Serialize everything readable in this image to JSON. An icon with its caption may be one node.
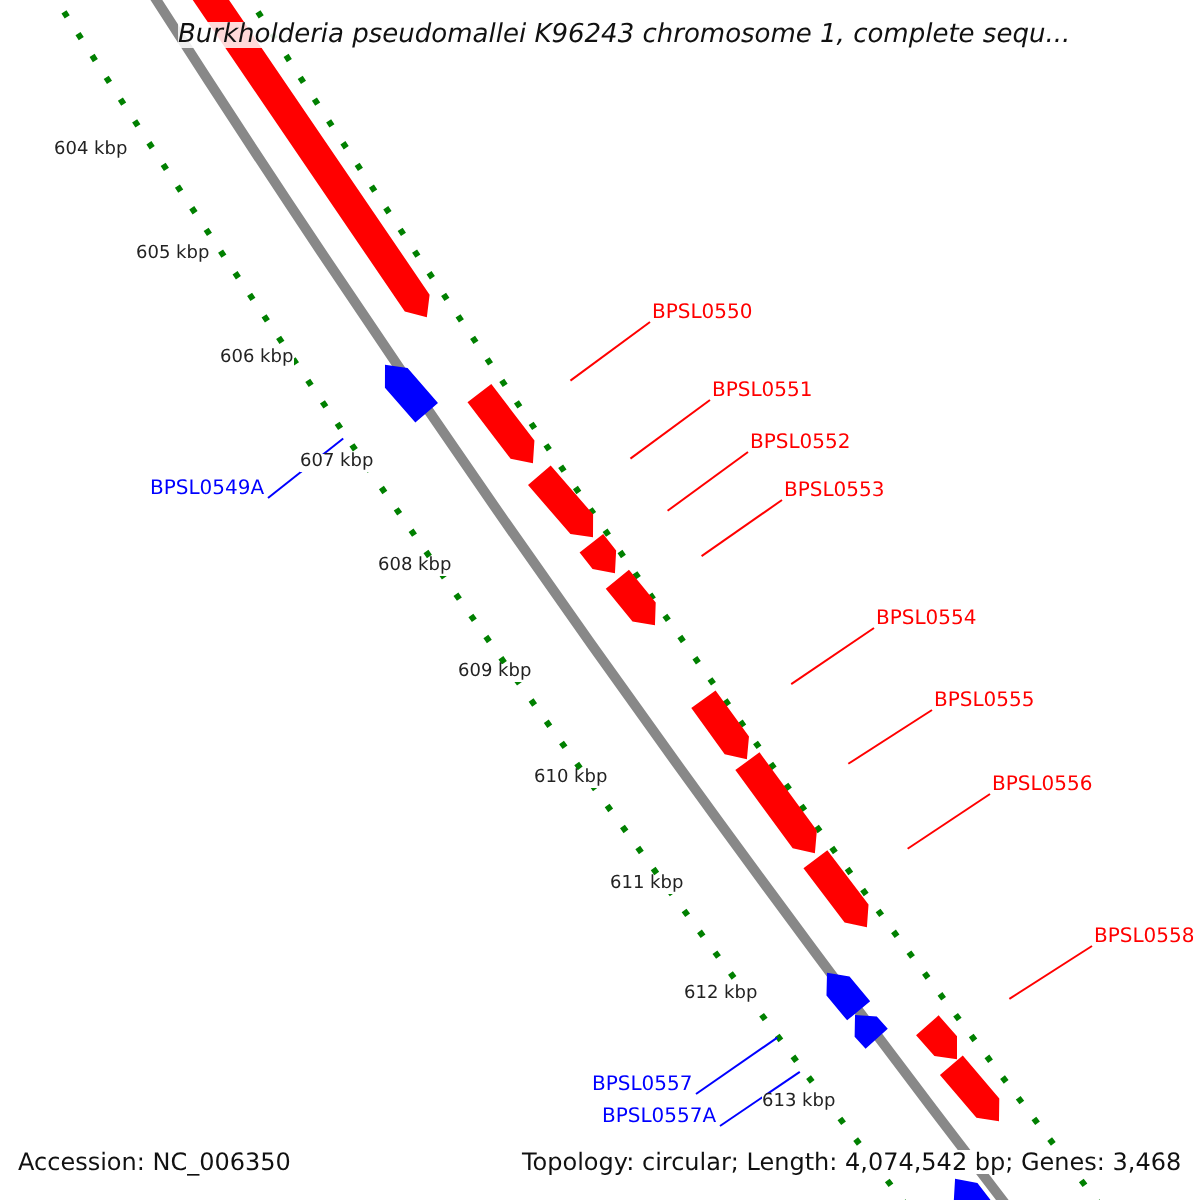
{
  "diagram": {
    "title": "Burkholderia pseudomallei K96243 chromosome 1, complete sequ...",
    "nodes": [
      {
        "text": [
          "BPSL0550"
        ]
      },
      {
        "text": [
          "BPSL0551"
        ]
      },
      {
        "text": [
          "BPSL0552"
        ]
      },
      {
        "text": [
          "BPSL0553"
        ]
      },
      {
        "text": [
          "BPSL0549A"
        ]
      },
      {
        "text": [
          "BPSL0554"
        ]
      },
      {
        "text": [
          "BPSL0555"
        ]
      },
      {
        "text": [
          "BPSL0556"
        ]
      },
      {
        "text": [
          "BPSL0558"
        ]
      },
      {
        "text": [
          "BPSL0557"
        ]
      },
      {
        "text": [
          "BPSL0557A"
        ]
      },
      {
        "text": [],
        "shape": "arrow"
      },
      {
        "text": [],
        "shape": "arrow"
      },
      {
        "text": [],
        "shape": "arrow"
      },
      {
        "text": [],
        "shape": "arrow"
      },
      {
        "text": [],
        "shape": "arrow"
      },
      {
        "text": [],
        "shape": "arrow"
      },
      {
        "text": [],
        "shape": "arrow"
      },
      {
        "text": [],
        "shape": "arrow"
      },
      {
        "text": [],
        "shape": "arrow"
      },
      {
        "text": [],
        "shape": "arrow"
      },
      {
        "text": [],
        "shape": "arrow"
      },
      {
        "text": [],
        "shape": "arrow"
      },
      {
        "text": [],
        "shape": "arrow"
      },
      {
        "text": [],
        "shape": "arrow"
      }
    ],
    "edges": [
      {
        "from": 0,
        "to": 13,
        "arrow": "none"
      },
      {
        "from": 1,
        "to": 14,
        "arrow": "none"
      },
      {
        "from": 2,
        "to": 15,
        "arrow": "none"
      },
      {
        "from": 3,
        "to": 16,
        "arrow": "none"
      },
      {
        "from": 4,
        "to": 12,
        "arrow": "none",
        "color": "#0000ff"
      },
      {
        "from": 5,
        "to": 17,
        "arrow": "none"
      },
      {
        "from": 6,
        "to": 18,
        "arrow": "none"
      },
      {
        "from": 7,
        "to": 19,
        "arrow": "none"
      },
      {
        "from": 8,
        "to": 22,
        "arrow": "none"
      },
      {
        "from": 9,
        "to": 20,
        "arrow": "none",
        "color": "#0000ff"
      },
      {
        "from": 10,
        "to": 21,
        "arrow": "none",
        "color": "#0000ff"
      }
    ],
    "labels": [
      "604 kbp",
      "605 kbp",
      "606 kbp",
      "607 kbp",
      "608 kbp",
      "609 kbp",
      "610 kbp",
      "611 kbp",
      "612 kbp",
      "613 kbp",
      "Accession: NC_006350",
      "Topology: circular; Length: 4,074,542 bp; Genes: 3,468"
    ]
  }
}
